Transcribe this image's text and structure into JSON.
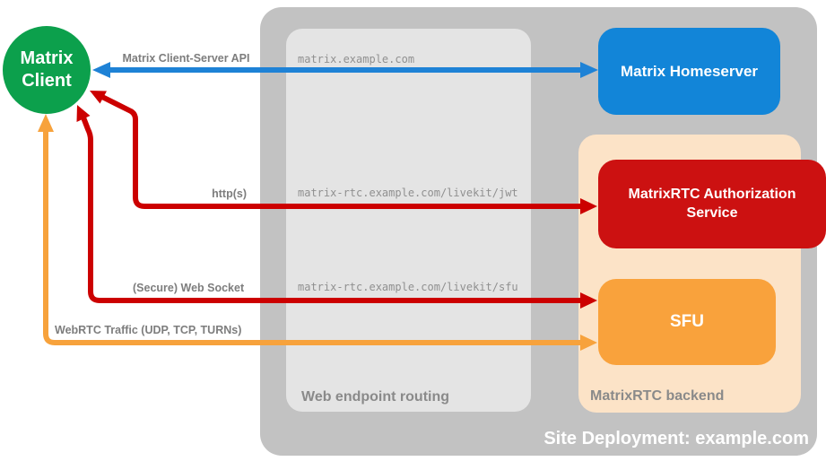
{
  "containers": {
    "site": {
      "label": "Site Deployment: example.com",
      "color": "#c2c2c2",
      "text_color": "#ffffff"
    },
    "routing": {
      "label": "Web endpoint routing",
      "color": "#e4e4e4",
      "text_color": "#8a8a8a"
    },
    "backend": {
      "label": "MatrixRTC backend",
      "color": "#fce3c7",
      "text_color": "#8a8a8a"
    }
  },
  "nodes": {
    "client": {
      "label": "Matrix Client",
      "color": "#0ca04c",
      "shape": "circle"
    },
    "homeserver": {
      "label": "Matrix Homeserver",
      "color": "#1285d8",
      "shape": "rounded-rect"
    },
    "auth_service": {
      "label": "MatrixRTC Authorization Service",
      "color": "#cc1111",
      "shape": "rounded-rect"
    },
    "sfu": {
      "label": "SFU",
      "color": "#f9a23c",
      "shape": "rounded-rect"
    }
  },
  "endpoints": {
    "homeserver": "matrix.example.com",
    "jwt": "matrix-rtc.example.com/livekit/jwt",
    "sfu": "matrix-rtc.example.com/livekit/sfu"
  },
  "arrows": {
    "client_server_api": {
      "label": "Matrix Client-Server API",
      "color": "#1e82d6",
      "direction": "bidirectional",
      "from": "Matrix Client",
      "to": "Matrix Homeserver"
    },
    "https": {
      "label": "http(s)",
      "color": "#cc0000",
      "direction": "bidirectional",
      "from": "Matrix Client",
      "to": "MatrixRTC Authorization Service"
    },
    "websocket": {
      "label": "(Secure) Web Socket",
      "color": "#cc0000",
      "direction": "bidirectional",
      "from": "Matrix Client",
      "to": "SFU"
    },
    "webrtc": {
      "label": "WebRTC Traffic (UDP, TCP, TURNs)",
      "color": "#f7a23c",
      "direction": "bidirectional",
      "from": "Matrix Client",
      "to": "SFU"
    }
  }
}
